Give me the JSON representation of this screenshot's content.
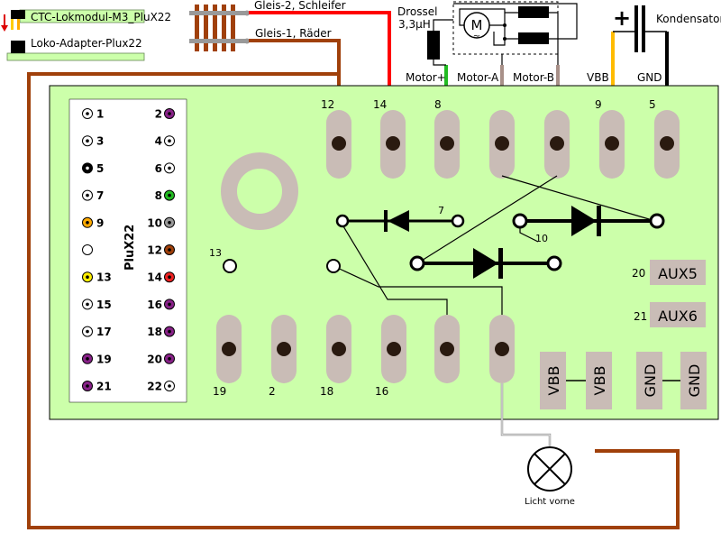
{
  "legend": {
    "module_label": "CTC-Lokmodul-M3_PluX22",
    "adapter_label": "Loko-Adapter-Plux22"
  },
  "track": {
    "gleis2": "Gleis-2, Schleifer",
    "gleis1": "Gleis-1, Räder"
  },
  "motor": {
    "drossel_line1": "Drossel",
    "drossel_line2": "3,3µH",
    "symbol": "M",
    "tilde": "~"
  },
  "capacitor": {
    "plus": "+",
    "label": "Kondensator"
  },
  "wires": {
    "motor_plus": "Motor+",
    "motor_a": "Motor-A",
    "motor_b": "Motor-B",
    "vbb": "VBB",
    "gnd": "GND"
  },
  "top_pins": [
    "12",
    "14",
    "8",
    "9",
    "5"
  ],
  "bottom_pins": [
    "19",
    "2",
    "18",
    "16"
  ],
  "board_labels": {
    "p7": "7",
    "p10": "10",
    "p13": "13"
  },
  "aux": [
    {
      "num": "20",
      "label": "AUX5"
    },
    {
      "num": "21",
      "label": "AUX6"
    }
  ],
  "pads": {
    "vbb1": "VBB",
    "vbb2": "VBB",
    "gnd1": "GND",
    "gnd2": "GND"
  },
  "lamp": {
    "label": "Licht vorne"
  },
  "plux": {
    "title": "PluX22",
    "left": [
      "1",
      "3",
      "5",
      "7",
      "9",
      "",
      "13",
      "15",
      "17",
      "19",
      "21"
    ],
    "right": [
      "2",
      "4",
      "6",
      "8",
      "10",
      "12",
      "14",
      "16",
      "18",
      "20",
      "22"
    ]
  },
  "colors": {
    "board": "#ccffaa",
    "pad": "#c9bcb6",
    "gleis1_wire": "#a0400a",
    "gleis2_wire": "#ff0000",
    "motor_plus_wire": "#22bb22",
    "motor_ab_wire": "#a89088",
    "vbb_wire": "#ffbb00",
    "gnd_wire": "#000000",
    "pin_purple": "#882288",
    "pin_green": "#22bb22",
    "pin_gray": "#999999",
    "pin_brown": "#a0400a",
    "pin_red": "#ee2222",
    "pin_yellow": "#ffee00",
    "pin_orange": "#ffaa00"
  }
}
